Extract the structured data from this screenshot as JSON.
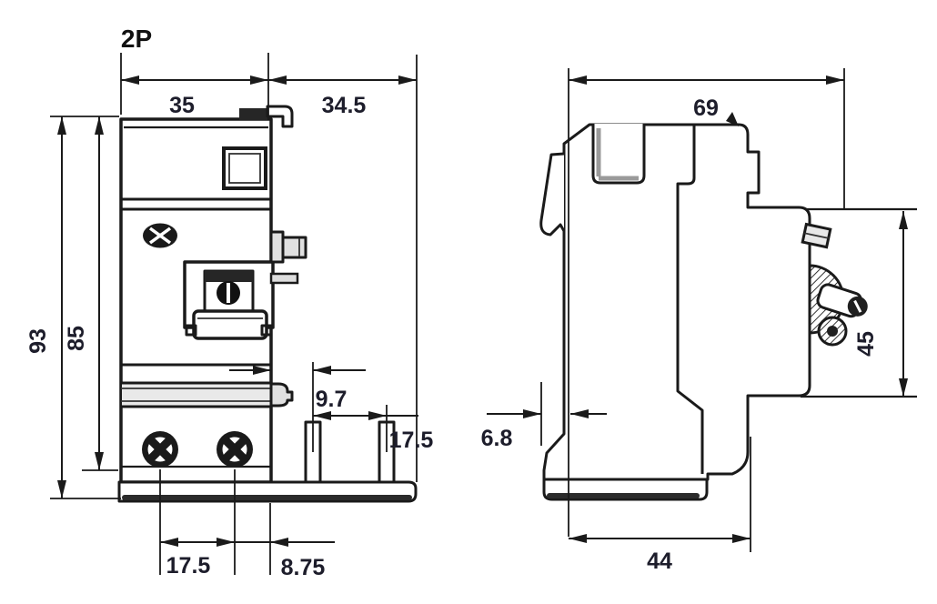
{
  "drawing": {
    "title_pole_config": "2P",
    "front": {
      "width_module": "35",
      "width_extension": "34.5",
      "height_overall": "93",
      "height_body": "85",
      "pin_offset": "9.7",
      "pin_pitch": "17.5",
      "terminal_pitch": "17.5",
      "terminal_to_edge": "8.75"
    },
    "side": {
      "depth_overall": "69",
      "terminal_zone_height": "45",
      "rail_clip_depth": "6.8",
      "base_depth": "44"
    },
    "colors": {
      "line": "#1a1a1a",
      "dim_text": "#1d1d2b"
    }
  }
}
